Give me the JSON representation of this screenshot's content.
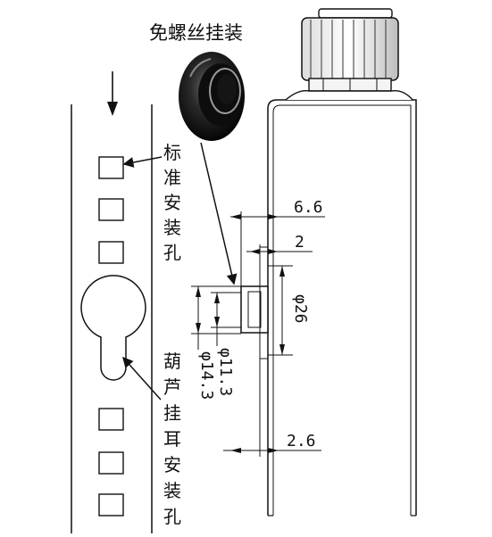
{
  "labels": {
    "screwless_mount": "免螺丝挂装",
    "standard_hole": [
      "标",
      "准",
      "安",
      "装",
      "孔"
    ],
    "gourd_hole": [
      "葫",
      "芦",
      "挂",
      "耳",
      "安",
      "装",
      "孔"
    ]
  },
  "dimensions": {
    "d_6_6": "6.6",
    "d_2": "2",
    "d_phi26": "φ26",
    "d_phi11_3": "φ11.3",
    "d_phi14_3": "φ14.3",
    "d_2_6": "2.6"
  },
  "colors": {
    "ink": "#111111",
    "grommet": "#1a1a1a"
  }
}
